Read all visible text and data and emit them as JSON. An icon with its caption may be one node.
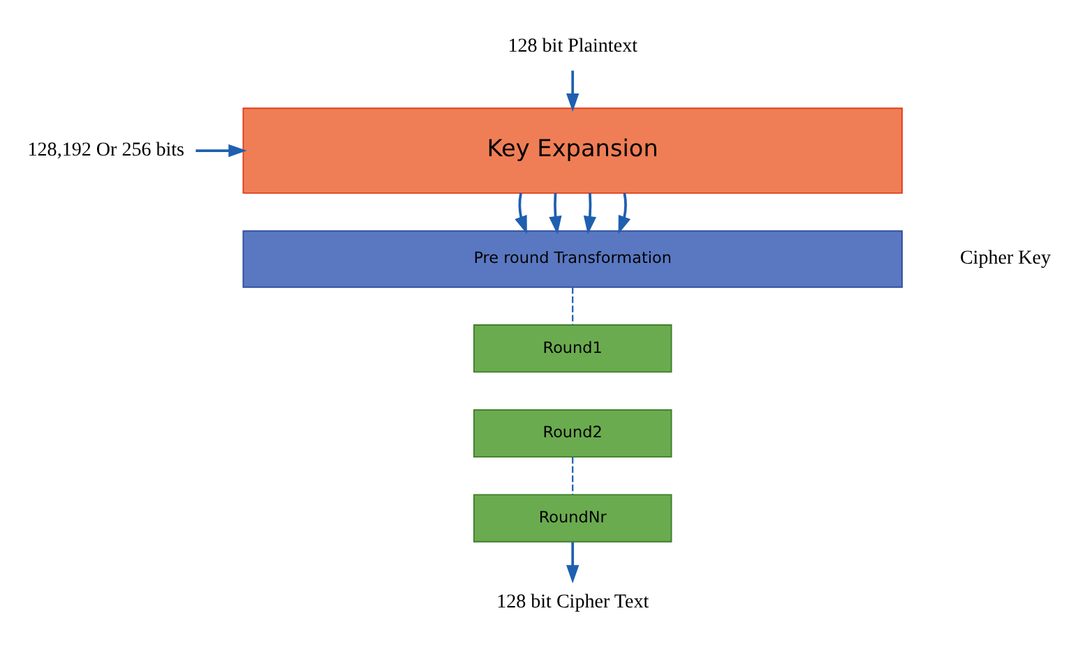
{
  "diagram": {
    "nodes": [
      {
        "text": [
          "128 bit Plaintext"
        ]
      },
      {
        "text": [
          "Key Expansion"
        ]
      },
      {
        "text": [
          "128,192 Or 256 bits"
        ]
      },
      {
        "text": [
          "Pre round Transformation"
        ]
      },
      {
        "text": [
          "Round1"
        ]
      },
      {
        "text": [
          "Round2"
        ]
      },
      {
        "text": [
          "RoundNr"
        ]
      },
      {
        "text": [
          "128 bit Cipher Text"
        ]
      }
    ],
    "edges": [
      {
        "from": 0,
        "to": 1,
        "arrow": "to"
      },
      {
        "from": 2,
        "to": 1,
        "arrow": "to"
      },
      {
        "from": 1,
        "to": 3,
        "arrow": "to"
      },
      {
        "from": 1,
        "to": 3,
        "arrow": "to"
      },
      {
        "from": 1,
        "to": 3,
        "arrow": "to"
      },
      {
        "from": 1,
        "to": 3,
        "arrow": "to"
      },
      {
        "from": 3,
        "to": 4,
        "arrow": "none",
        "style": "dashed"
      },
      {
        "from": 5,
        "to": 6,
        "arrow": "none",
        "style": "dashed"
      },
      {
        "from": 6,
        "to": 7,
        "arrow": "to"
      }
    ],
    "labels": [
      "Cipher Key"
    ]
  }
}
